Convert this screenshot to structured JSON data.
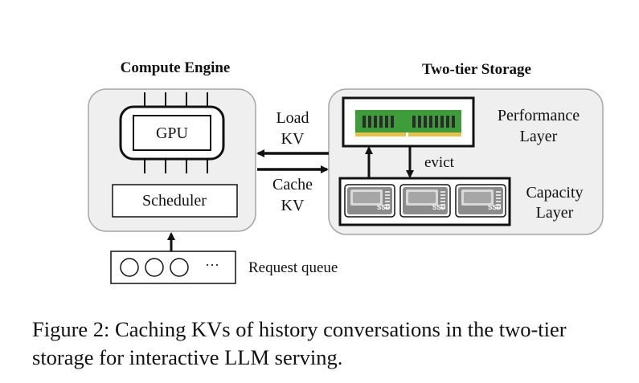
{
  "compute_engine": {
    "title": "Compute Engine",
    "gpu_label": "GPU",
    "scheduler_label": "Scheduler"
  },
  "storage": {
    "title": "Two-tier Storage",
    "performance_layer": [
      "Performance",
      "Layer"
    ],
    "capacity_layer": [
      "Capacity",
      "Layer"
    ],
    "evict_label": "evict",
    "ssd_label": "SSD"
  },
  "arrows": {
    "load_kv": [
      "Load",
      "KV"
    ],
    "cache_kv": [
      "Cache",
      "KV"
    ]
  },
  "request_queue": {
    "label": "Request queue",
    "ellipsis": "···"
  },
  "caption": "Figure 2: Caching KVs of history conversations in the two-tier storage for interactive LLM serving.",
  "colors": {
    "panel_fill": "#efefef",
    "panel_stroke": "#a6a6a6",
    "ram_green": "#3e9c3a",
    "ram_chip": "#2b2b2b",
    "ram_gold": "#e8c14a",
    "ssd_body": "#8c8c8c"
  }
}
